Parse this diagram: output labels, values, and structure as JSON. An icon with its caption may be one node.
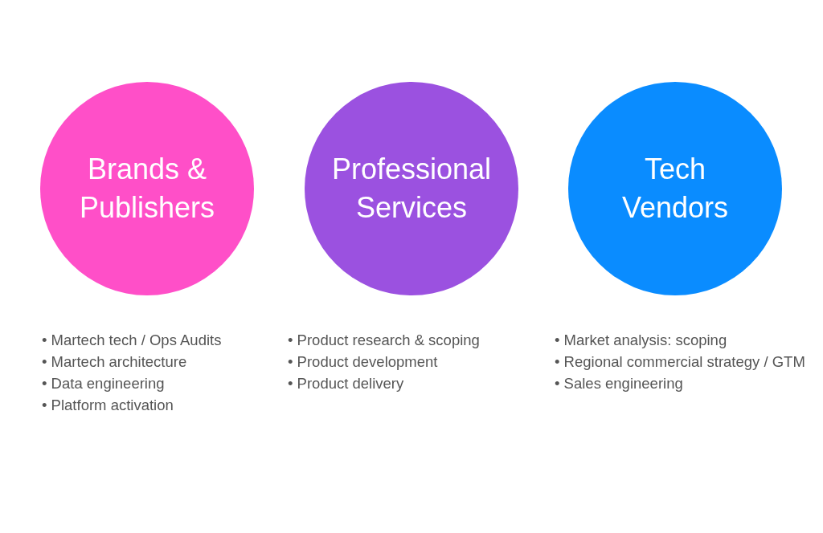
{
  "diagram": {
    "nodes": [
      {
        "text": [
          "Brands & Publishers"
        ],
        "beside": [
          "• Martech tech / Ops Audits",
          "• Martech architecture",
          "• Data engineering",
          "• Platform activation"
        ]
      },
      {
        "text": [
          "Professional Services"
        ],
        "beside": [
          "• Product research & scoping",
          "• Product development",
          "• Product delivery"
        ]
      },
      {
        "text": [
          "Tech Vendors"
        ],
        "beside": [
          "• Market analysis: scoping",
          "• Regional commercial strategy / GTM",
          "• Sales engineering"
        ]
      }
    ]
  }
}
